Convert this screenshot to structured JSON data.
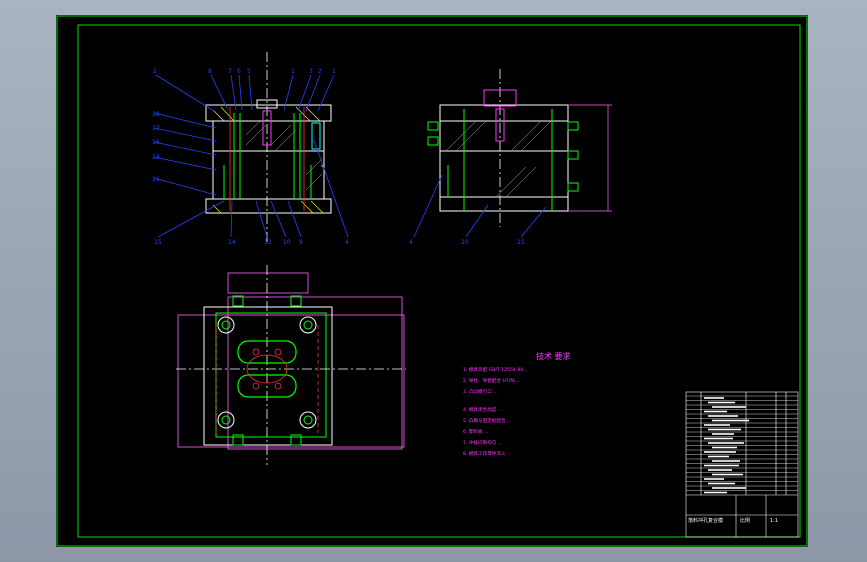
{
  "drawing": {
    "colors": {
      "frame": "#00e000",
      "outline": "#ffffff",
      "part": "#00ff00",
      "leader": "#2244ff",
      "center": "#ff3030",
      "text": "#ff33ff",
      "hatch": "#ffff00",
      "cyan": "#00ffff",
      "dim": "#ff66ff"
    },
    "front_view": {
      "balloons_top": [
        "2",
        "8",
        "7",
        "6",
        "5",
        "1",
        "3",
        "2",
        "1"
      ],
      "balloons_left": [
        "18",
        "17",
        "16",
        "13",
        "11"
      ],
      "balloons_bottom": [
        "15",
        "14",
        "12",
        "10",
        "9",
        "4"
      ]
    },
    "side_view": {
      "balloons": [
        "4",
        "20",
        "21"
      ]
    },
    "notes": {
      "title": "技术 要求",
      "items": [
        "1. 模具装配 GB/T 12554-90 .",
        "2. 导柱、导套配合 H7/f6 ...",
        "3. 凸凹模刃口 ...",
        "4. 模具闭合高度 ...",
        "5. 凸模与固定板配合 ...",
        "6. 卸料板 ...",
        "7. 冲裁间隙均匀 ...",
        "8. 模具工作零件淬火 ..."
      ]
    },
    "title_block": {
      "label_a": "落料冲孔复合模",
      "label_b": "比例",
      "label_c": "1:1"
    }
  }
}
